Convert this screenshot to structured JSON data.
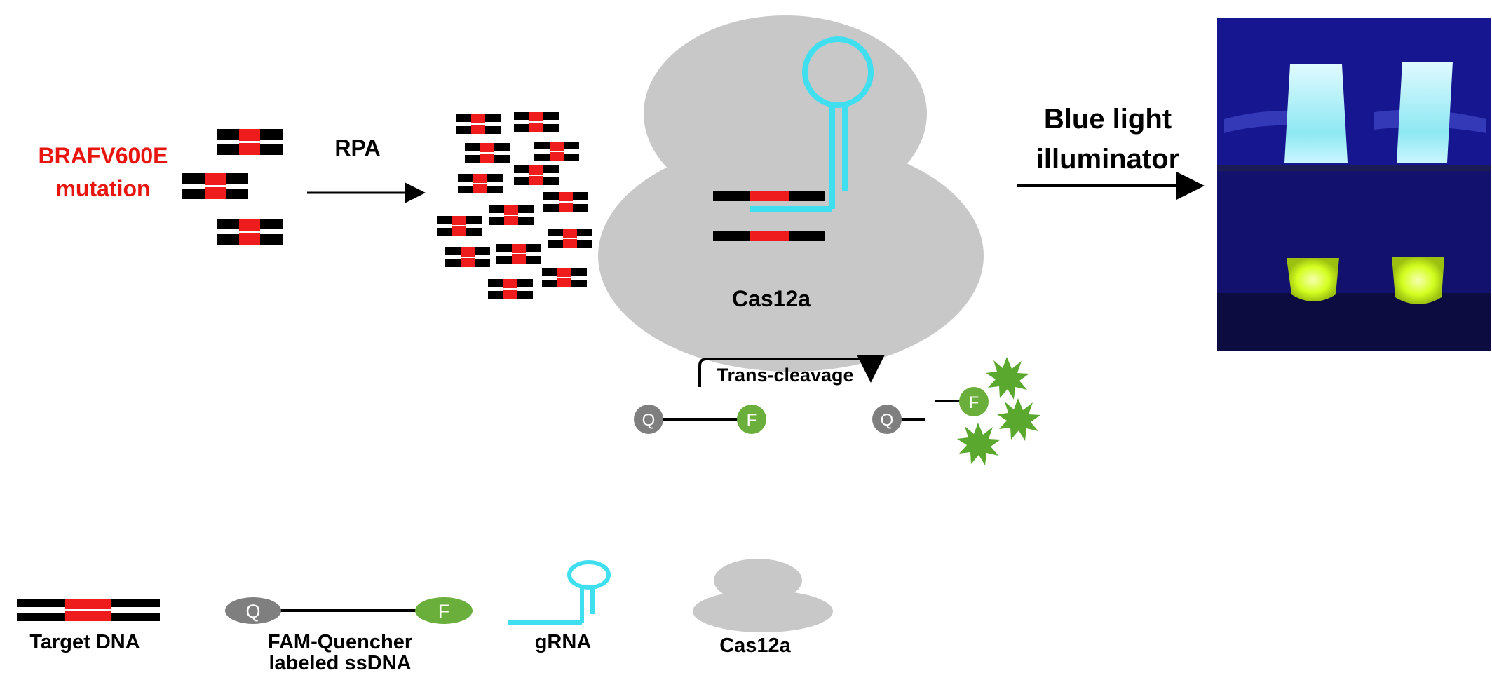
{
  "labels": {
    "mutation_line1": "BRAFV600E",
    "mutation_line2": "mutation",
    "rpa": "RPA",
    "cas12a_main": "Cas12a",
    "trans_cleavage": "Trans-cleavage",
    "illuminator_line1": "Blue light",
    "illuminator_line2": "illuminator",
    "quencher_letter": "Q",
    "fluor_letter": "F"
  },
  "legend": {
    "target_dna": "Target DNA",
    "reporter_line1": "FAM-Quencher",
    "reporter_line2": "labeled ssDNA",
    "grna": "gRNA",
    "cas12a": "Cas12a"
  },
  "colors": {
    "dna_black": "#000000",
    "dna_red": "#ee1c1c",
    "mutation_text": "#e8150f",
    "grna": "#40dfef",
    "cas12a": "#c8c8c8",
    "quencher": "#7f7f7f",
    "fluor": "#6aae3b",
    "burst": "#5aa82e",
    "photo_bg": "#12116e",
    "tube_glow": "#d2ff1e"
  }
}
